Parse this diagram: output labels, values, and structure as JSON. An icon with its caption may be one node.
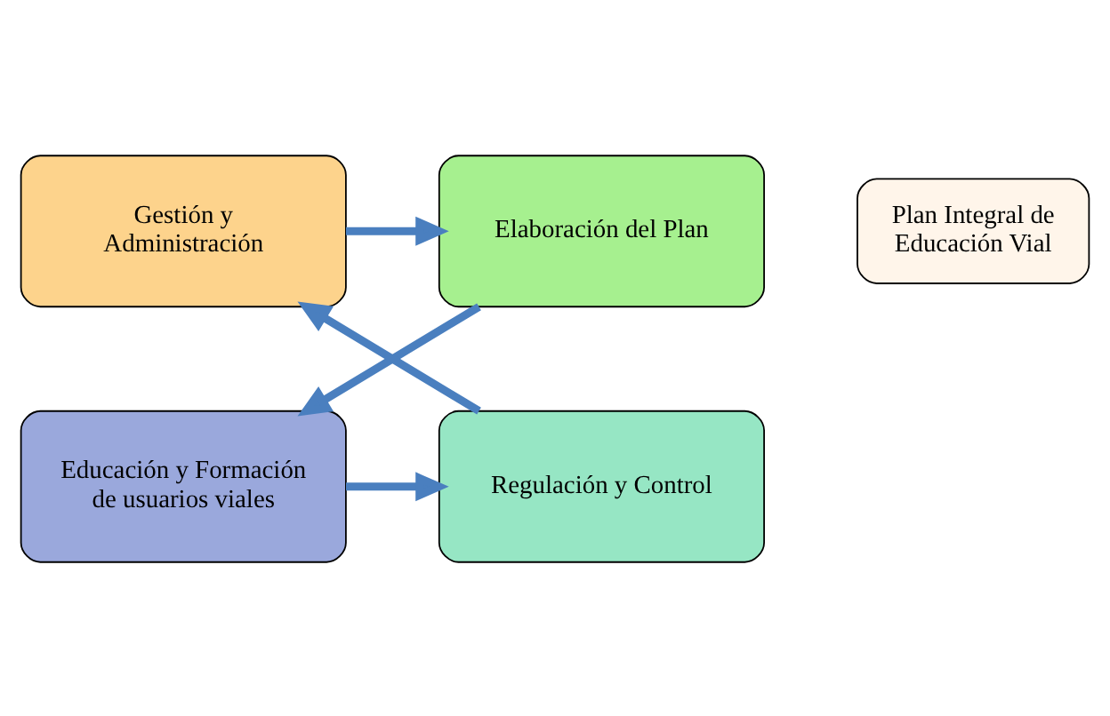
{
  "diagram": {
    "nodes": [
      {
        "text": [
          "Gestión y Administración"
        ]
      },
      {
        "text": [
          "Elaboración del Plan"
        ]
      },
      {
        "text": [
          "Plan Integral de Educación Vial"
        ]
      },
      {
        "text": [
          "Regulación y Control"
        ]
      },
      {
        "text": [
          "Educación y Formación de usuarios viales"
        ]
      }
    ],
    "edges": [
      {
        "from": 0,
        "to": 1,
        "arrow": "to"
      },
      {
        "from": 1,
        "to": 4,
        "arrow": "to"
      },
      {
        "from": 4,
        "to": 3,
        "arrow": "to"
      },
      {
        "from": 3,
        "to": 0,
        "arrow": "to"
      }
    ]
  }
}
